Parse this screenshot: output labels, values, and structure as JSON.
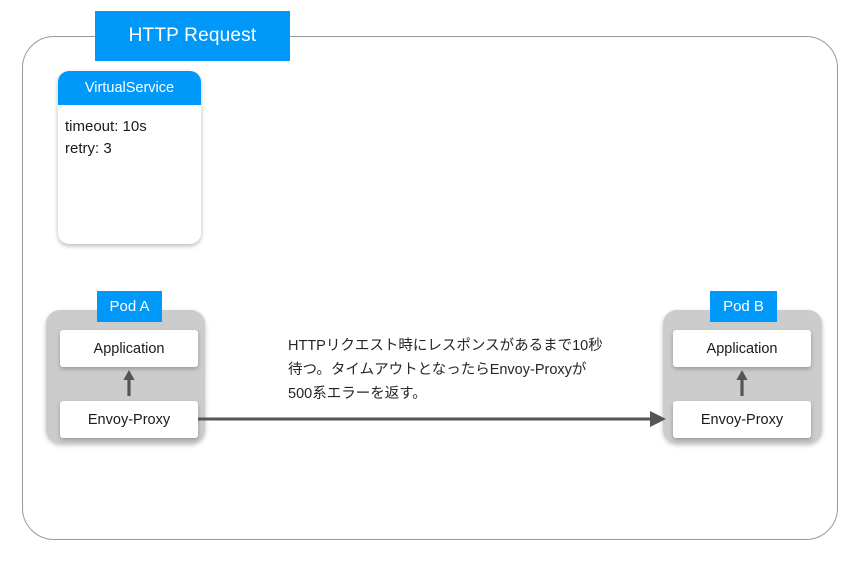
{
  "diagram": {
    "banner": {
      "label": "HTTP Request"
    },
    "virtual_service": {
      "title": "VirtualService",
      "lines": [
        "timeout: 10s",
        "retry: 3"
      ]
    },
    "pods": [
      {
        "label": "Pod A",
        "application_label": "Application",
        "proxy_label": "Envoy-Proxy"
      },
      {
        "label": "Pod B",
        "application_label": "Application",
        "proxy_label": "Envoy-Proxy"
      }
    ],
    "annotation": {
      "lines": [
        "HTTPリクエスト時にレスポンスがあるまで10秒",
        "待つ。タイムアウトとなったらEnvoy-Proxyが",
        "500系エラーを返す。"
      ]
    },
    "colors": {
      "accent_blue": "#0099fa",
      "pod_gray": "#cccccc",
      "arrow_gray": "#555555",
      "frame_border": "#9a9a9a",
      "box_white": "#ffffff",
      "text_dark": "#1a1a1a"
    }
  }
}
